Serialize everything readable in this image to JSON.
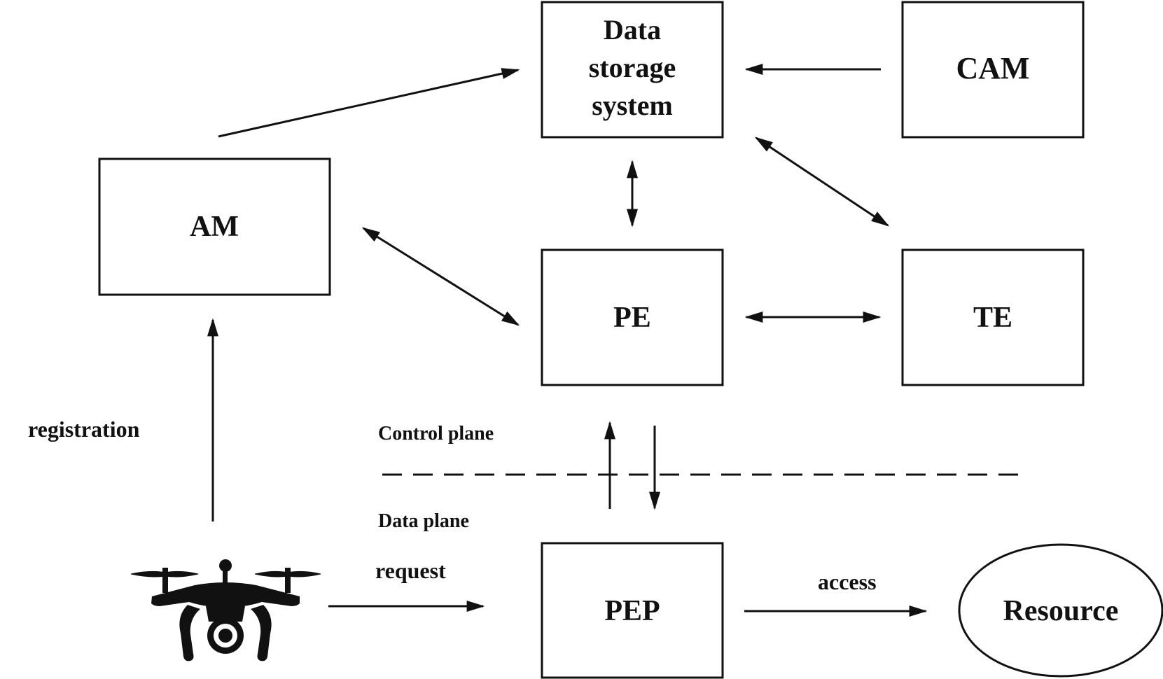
{
  "nodes": {
    "data_storage": {
      "lines": [
        "Data",
        "storage",
        "system"
      ]
    },
    "cam": {
      "label": "CAM"
    },
    "am": {
      "label": "AM"
    },
    "pe": {
      "label": "PE"
    },
    "te": {
      "label": "TE"
    },
    "pep": {
      "label": "PEP"
    },
    "resource": {
      "label": "Resource"
    }
  },
  "edge_labels": {
    "registration": "registration",
    "request": "request",
    "access": "access"
  },
  "planes": {
    "control": "Control plane",
    "data": "Data plane"
  },
  "icons": {
    "drone": "drone-icon"
  },
  "colors": {
    "stroke": "#111111",
    "background": "#ffffff"
  }
}
